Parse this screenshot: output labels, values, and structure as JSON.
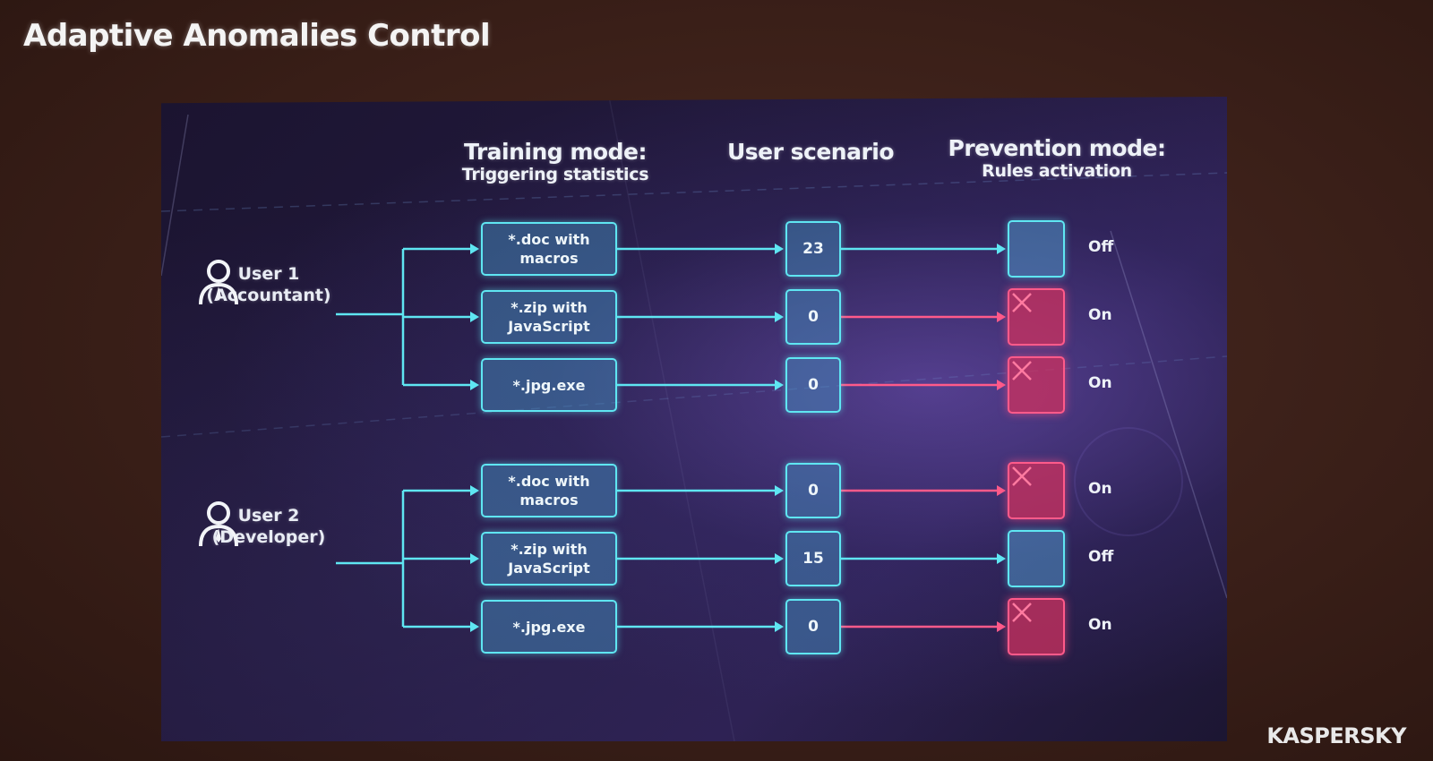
{
  "title": "Adaptive Anomalies Control",
  "brand": "KASPERSKY",
  "columns": {
    "training": {
      "title": "Training mode:",
      "subtitle": "Triggering statistics"
    },
    "scenario": {
      "title": "User scenario"
    },
    "prevention": {
      "title": "Prevention mode:",
      "subtitle": "Rules activation"
    }
  },
  "users": [
    {
      "label": "User 1",
      "role": "(Accountant)",
      "rules": [
        {
          "name": "*.doc with\nmacros",
          "count": "23",
          "state": "Off"
        },
        {
          "name": "*.zip with\nJavaScript",
          "count": "0",
          "state": "On"
        },
        {
          "name": "*.jpg.exe",
          "count": "0",
          "state": "On"
        }
      ]
    },
    {
      "label": "User 2",
      "role": "(Developer)",
      "rules": [
        {
          "name": "*.doc with\nmacros",
          "count": "0",
          "state": "On"
        },
        {
          "name": "*.zip with\nJavaScript",
          "count": "15",
          "state": "Off"
        },
        {
          "name": "*.jpg.exe",
          "count": "0",
          "state": "On"
        }
      ]
    }
  ],
  "icons": {
    "user": "user-icon",
    "blocked": "close-icon"
  },
  "colors": {
    "cyan": "#5fe6f2",
    "pink": "#ff5a8a",
    "active_fill": "#cd325f"
  }
}
